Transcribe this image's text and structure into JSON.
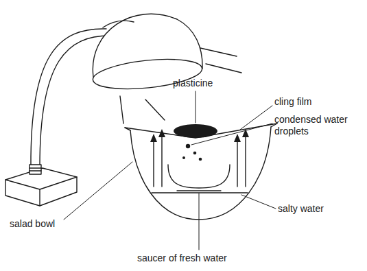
{
  "diagram": {
    "labels": [
      "plasticine",
      "cling film",
      "condensed water droplets",
      "salad bowl",
      "salty water",
      "saucer of fresh water"
    ]
  }
}
